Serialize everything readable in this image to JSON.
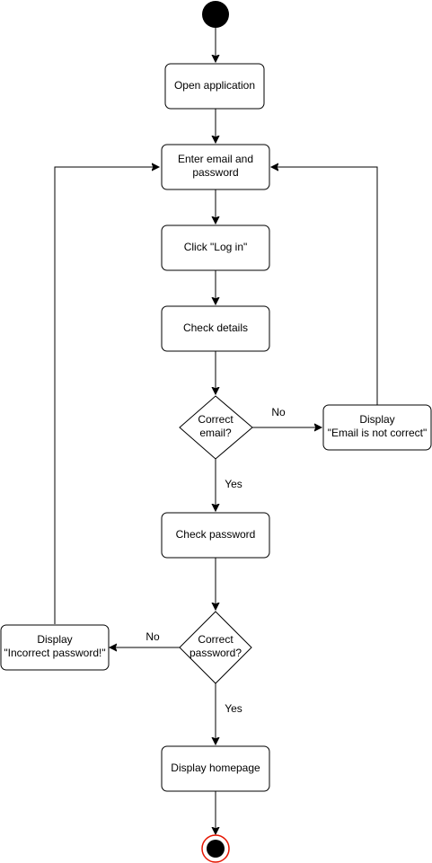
{
  "nodes": {
    "start": {
      "kind": "start"
    },
    "open_app": {
      "lines": [
        "Open application"
      ]
    },
    "enter_credentials": {
      "lines": [
        "Enter email and",
        "password"
      ]
    },
    "click_login": {
      "lines": [
        "Click \"Log in\""
      ]
    },
    "check_details": {
      "lines": [
        "Check details"
      ]
    },
    "email_decision": {
      "lines": [
        "Correct",
        "email?"
      ]
    },
    "email_error": {
      "lines": [
        "Display",
        "\"Email is not correct\""
      ]
    },
    "check_password": {
      "lines": [
        "Check password"
      ]
    },
    "password_decision": {
      "lines": [
        "Correct",
        "password?"
      ]
    },
    "password_error": {
      "lines": [
        "Display",
        "\"Incorrect password!\""
      ]
    },
    "display_homepage": {
      "lines": [
        "Display homepage"
      ]
    },
    "end": {
      "kind": "end",
      "accent_color": "#e51400"
    }
  },
  "edges": {
    "email_no": "No",
    "email_yes": "Yes",
    "password_no": "No",
    "password_yes": "Yes"
  }
}
